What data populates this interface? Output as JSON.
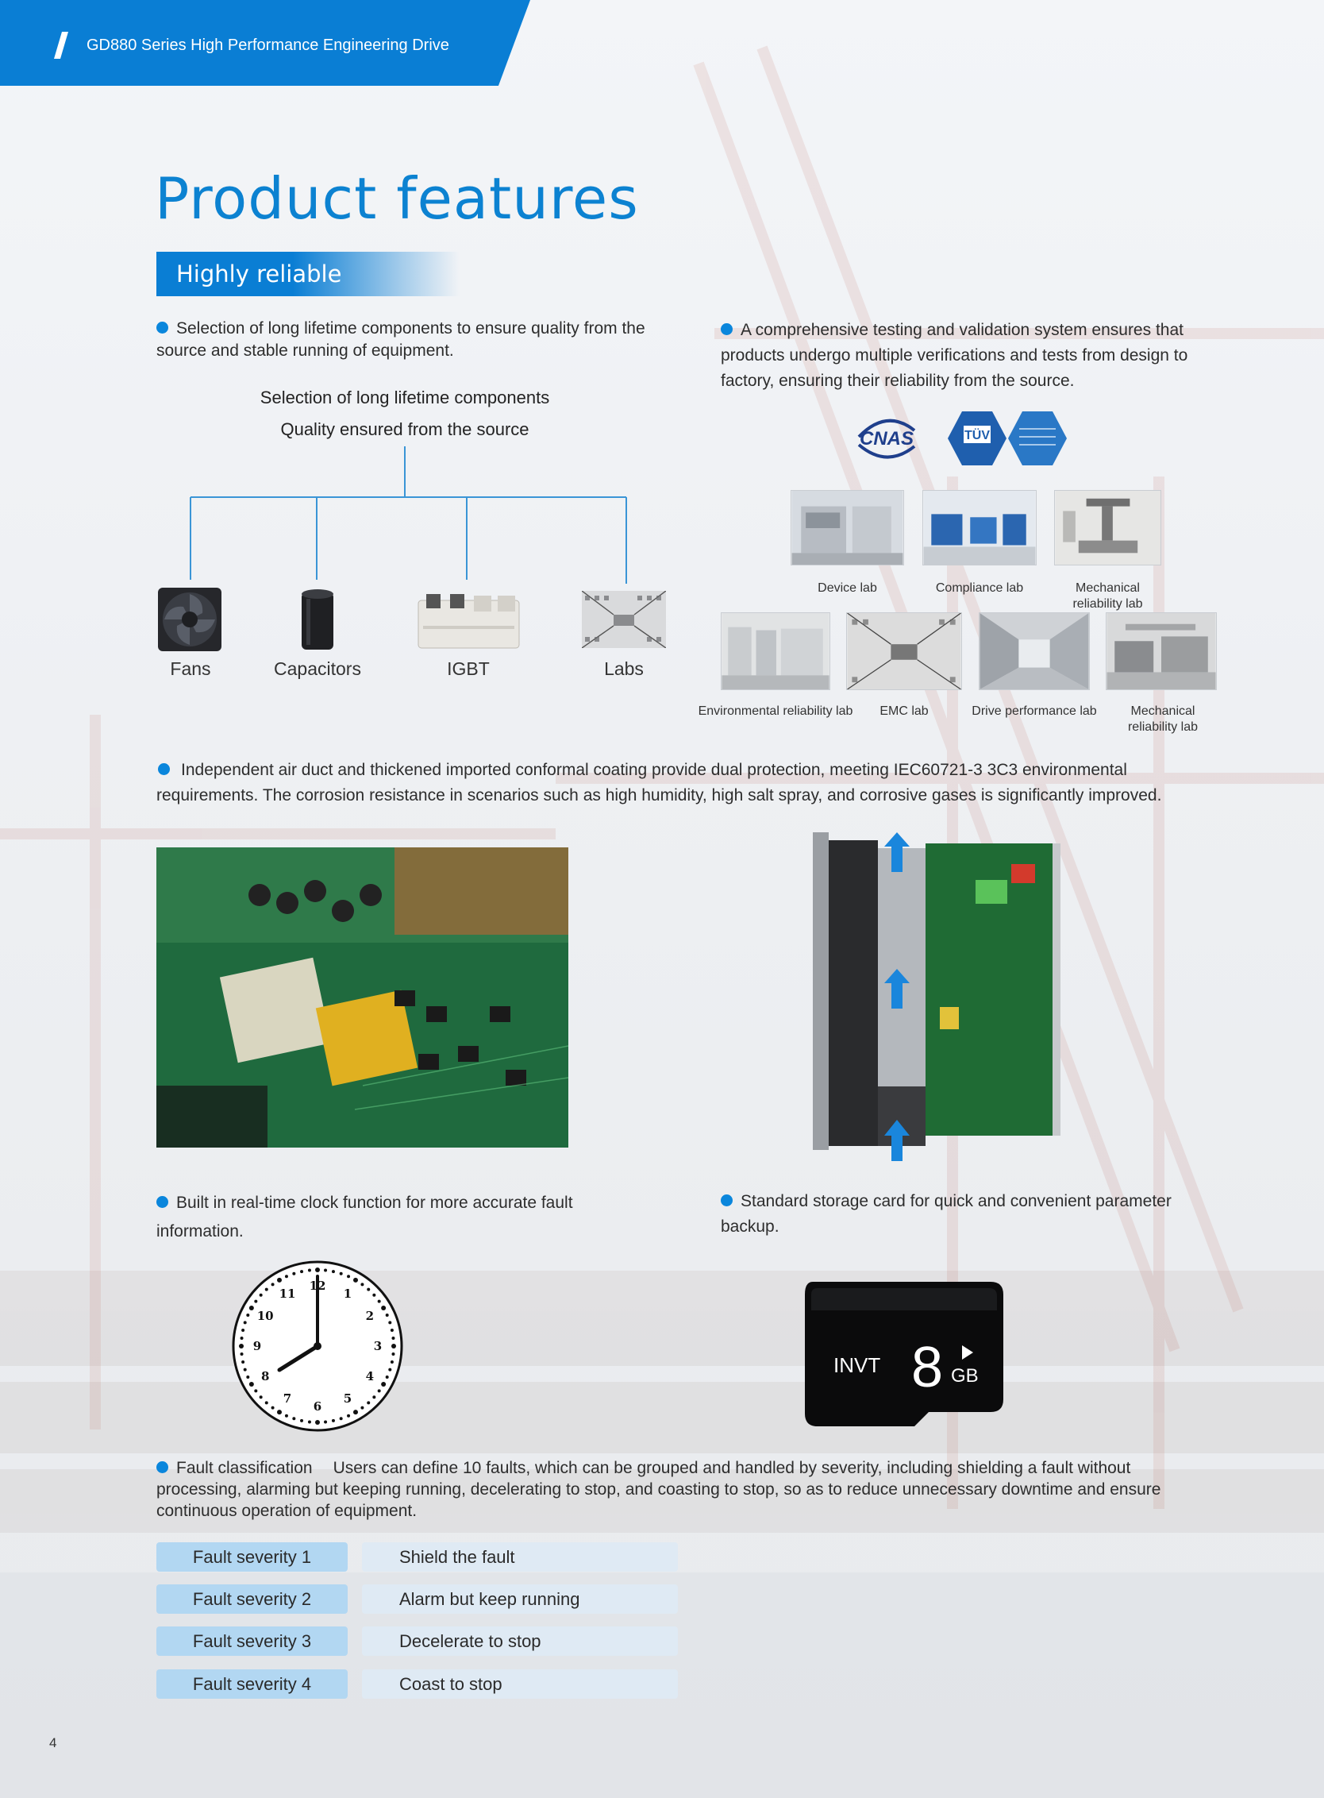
{
  "header": {
    "series_title": "GD880 Series High Performance Engineering Drive"
  },
  "page_title": "Product features",
  "section_tab": "Highly reliable",
  "left_intro": {
    "text": "Selection of long lifetime components to ensure quality from the source and stable running of equipment."
  },
  "components_tree": {
    "title": "Selection of long lifetime components",
    "subtitle": "Quality ensured from the source",
    "items": [
      "Fans",
      "Capacitors",
      "IGBT",
      "Labs"
    ]
  },
  "right_intro": {
    "text": "A comprehensive testing and validation system ensures that products undergo multiple verifications and tests from design to factory, ensuring their reliability from the source."
  },
  "certifications": {
    "cnas_logo": "CNAS",
    "tuv_logo": "TÜV"
  },
  "labs_row1": [
    "Device lab",
    "Compliance lab",
    "Mechanical reliability lab"
  ],
  "labs_row2": [
    "Environmental reliability lab",
    "EMC lab",
    "Drive performance lab",
    "Mechanical reliability lab"
  ],
  "protection": {
    "text": "Independent air duct and thickened imported conformal coating provide dual protection, meeting IEC60721-3 3C3 environmental requirements. The corrosion resistance in scenarios such as high humidity, high salt spray, and corrosive gases is significantly improved."
  },
  "clock_feature": {
    "text": "Built in real-time clock function for more accurate fault information."
  },
  "clock": {
    "numbers": [
      "12",
      "1",
      "2",
      "3",
      "4",
      "5",
      "6",
      "7",
      "8",
      "9",
      "10",
      "11"
    ],
    "time": "8:00"
  },
  "storage_feature": {
    "text": "Standard storage card for quick and convenient parameter backup."
  },
  "sd_card": {
    "brand": "INVT",
    "capacity": "8",
    "unit": "GB"
  },
  "fault": {
    "lead": "Fault classification",
    "text": "Users can define 10 faults, which can be grouped and handled by severity, including shielding a fault without processing, alarming but keeping running, decelerating to stop, and coasting to stop, so as to reduce unnecessary downtime and ensure continuous operation of equipment.",
    "rows": [
      {
        "severity": "Fault severity 1",
        "action": "Shield the fault"
      },
      {
        "severity": "Fault severity 2",
        "action": "Alarm but keep running"
      },
      {
        "severity": "Fault severity 3",
        "action": "Decelerate to stop"
      },
      {
        "severity": "Fault severity 4",
        "action": "Coast to stop"
      }
    ]
  },
  "page_number": "4",
  "colors": {
    "brand_blue": "#0a7ed4",
    "sev_dark": "#b2d7f2",
    "sev_light": "#dfeaf4"
  }
}
